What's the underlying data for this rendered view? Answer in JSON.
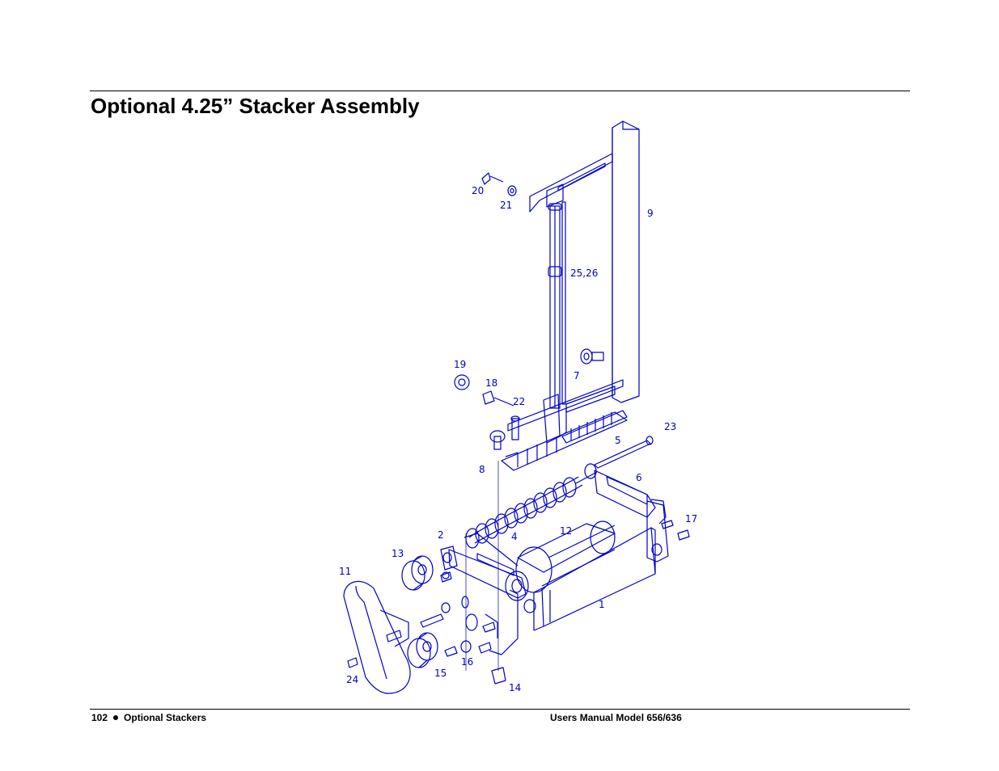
{
  "header": {
    "title": "Optional 4.25” Stacker Assembly"
  },
  "diagram": {
    "stroke_color": "#0000c8",
    "labels": {
      "p1": "1",
      "p2": "2",
      "p4": "4",
      "p5": "5",
      "p6": "6",
      "p7": "7",
      "p8": "8",
      "p9": "9",
      "p11": "11",
      "p12": "12",
      "p13": "13",
      "p14": "14",
      "p15": "15",
      "p16": "16",
      "p17": "17",
      "p18": "18",
      "p19": "19",
      "p20": "20",
      "p21": "21",
      "p22": "22",
      "p23": "23",
      "p24": "24",
      "p25_26": "25,26"
    }
  },
  "footer": {
    "page_number": "102",
    "section": "Optional Stackers",
    "manual_title": "Users Manual Model 656/636"
  }
}
